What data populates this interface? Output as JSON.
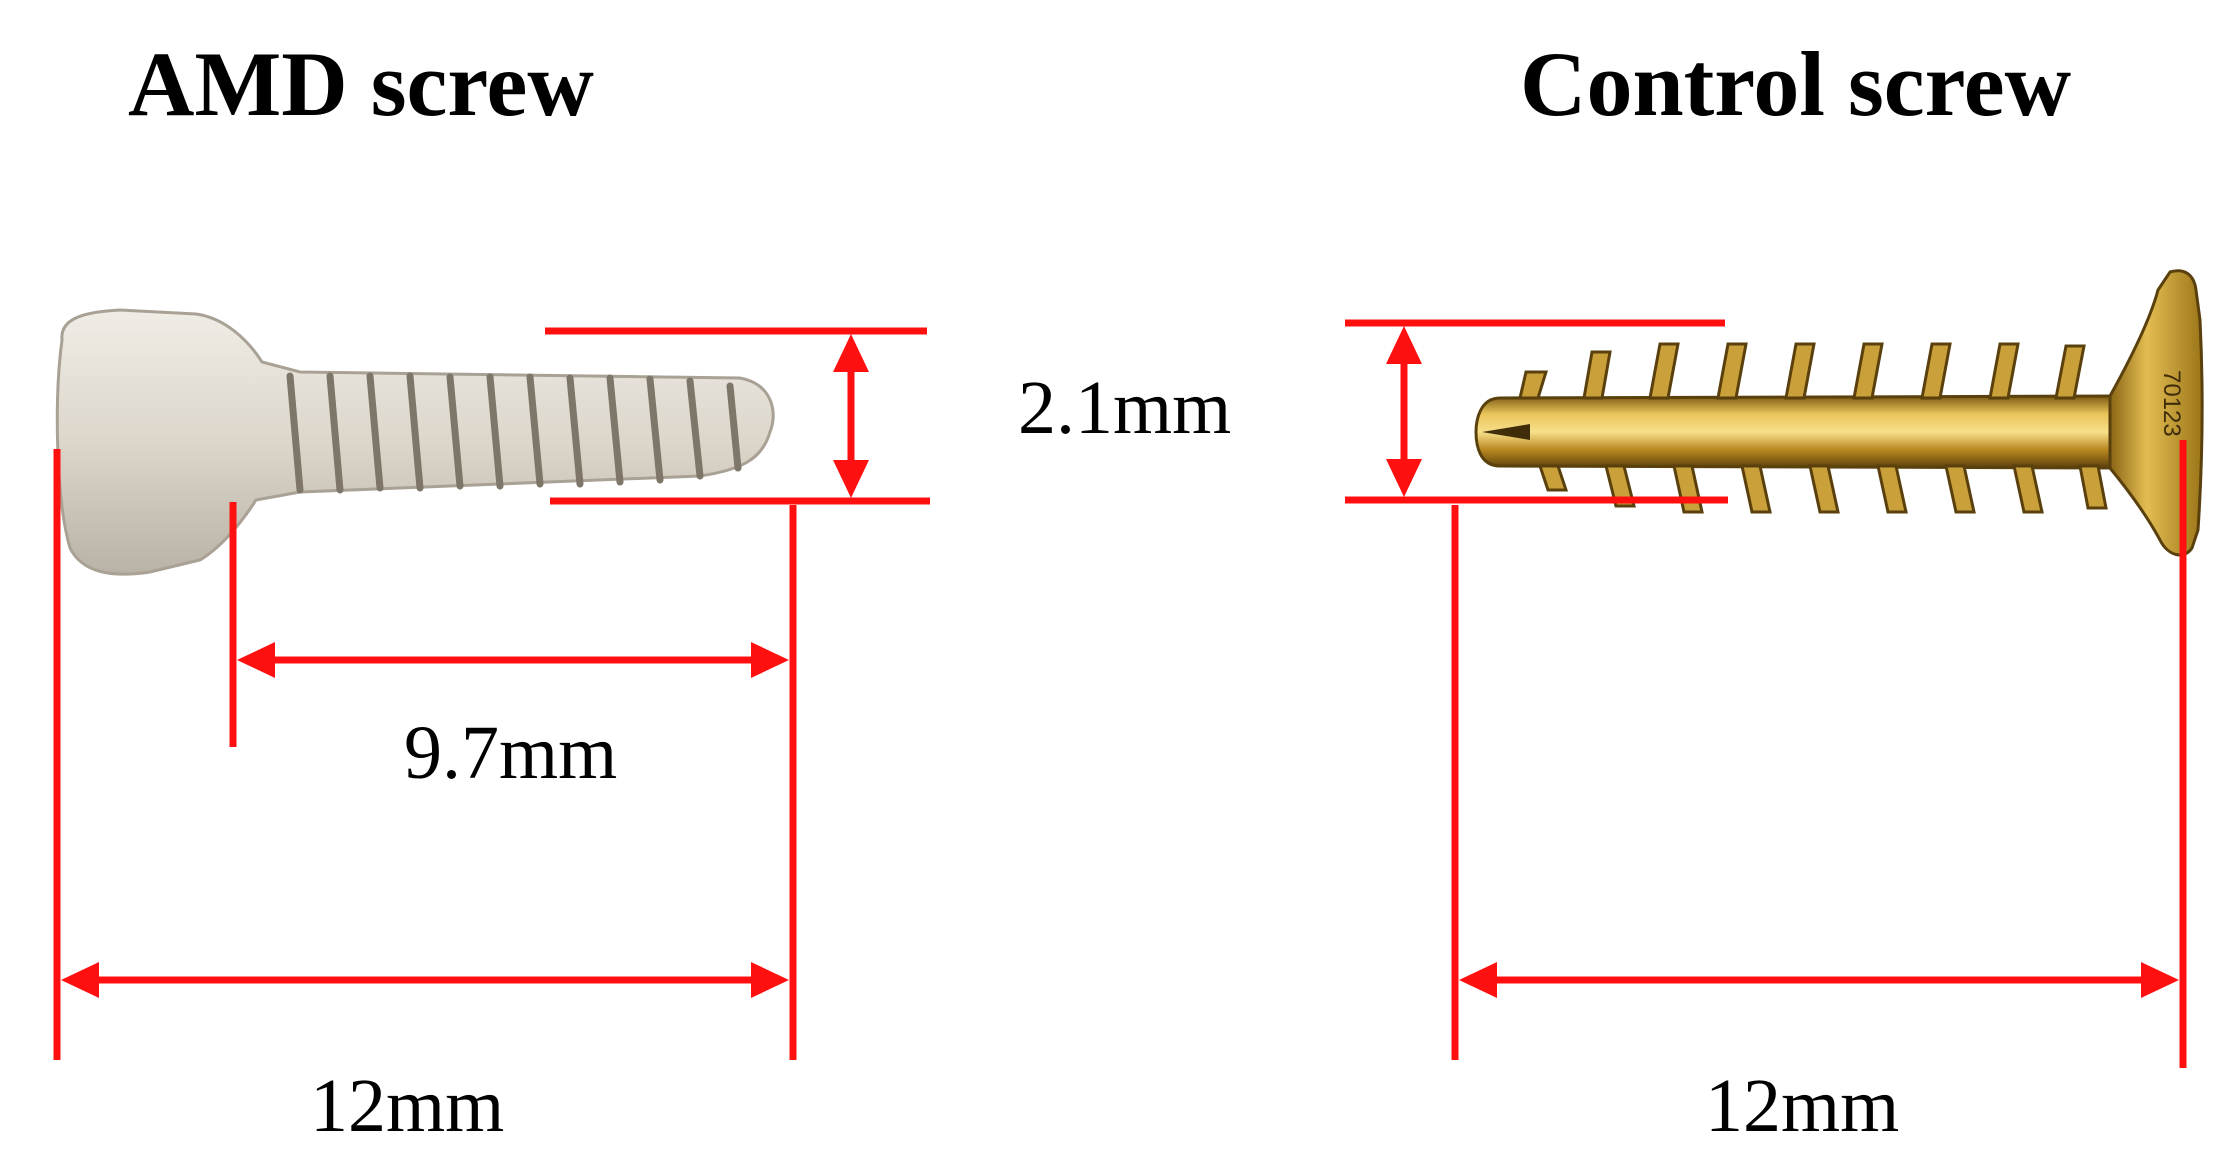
{
  "titles": {
    "amd": "AMD screw",
    "control": "Control screw"
  },
  "dimensions": {
    "diameter": "2.1mm",
    "amd_thread_length": "9.7mm",
    "amd_total_length": "12mm",
    "control_total_length": "12mm"
  },
  "control_head_marking": "70123",
  "colors": {
    "dimension_lines": "#ff1010",
    "amd_screw": "#e2ddd3",
    "control_screw": "#c9a035",
    "text": "#000000"
  }
}
